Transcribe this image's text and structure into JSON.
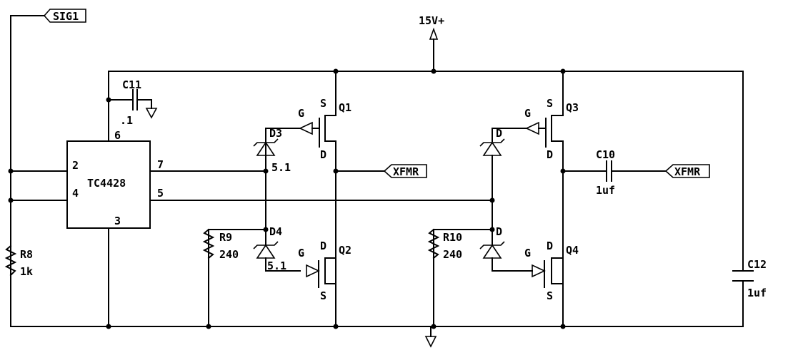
{
  "ports": {
    "sig1": "SIG1",
    "vplus": "15V+",
    "xfmr_left": "XFMR",
    "xfmr_right": "XFMR"
  },
  "ic": {
    "name": "TC4428",
    "pin2": "2",
    "pin3": "3",
    "pin4": "4",
    "pin5": "5",
    "pin6": "6",
    "pin7": "7"
  },
  "components": {
    "c11": {
      "ref": "C11",
      "value": ".1"
    },
    "c10": {
      "ref": "C10",
      "value": "1uf"
    },
    "c12": {
      "ref": "C12",
      "value": "1uf"
    },
    "r8": {
      "ref": "R8",
      "value": "1k"
    },
    "r9": {
      "ref": "R9",
      "value": "240"
    },
    "r10": {
      "ref": "R10",
      "value": "240"
    },
    "d3": {
      "ref": "D3",
      "value": "5.1"
    },
    "d4": {
      "ref": "D4",
      "value": "5.1"
    },
    "d_upper_right": {
      "ref": "D"
    },
    "d_lower_right": {
      "ref": "D"
    }
  },
  "mosfets": {
    "q1": {
      "ref": "Q1",
      "g": "G",
      "s": "S",
      "d": "D"
    },
    "q2": {
      "ref": "Q2",
      "g": "G",
      "d": "D",
      "s": "S"
    },
    "q3": {
      "ref": "Q3",
      "g": "G",
      "s": "S",
      "d": "D"
    },
    "q4": {
      "ref": "Q4",
      "g": "G",
      "d": "D",
      "s": "S"
    }
  }
}
